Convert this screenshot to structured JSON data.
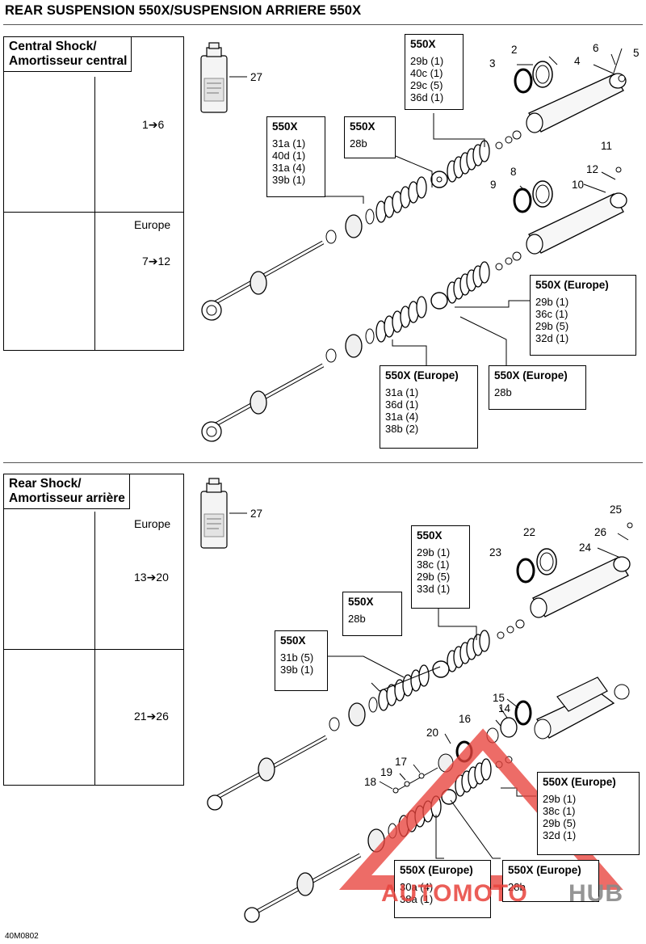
{
  "page_title": "REAR SUSPENSION 550X/SUSPENSION ARRIERE 550X",
  "figure_code": "40M0802",
  "sections": {
    "central": {
      "title_line1": "Central Shock/",
      "title_line2": "Amortisseur central",
      "row1_range": "1➔6",
      "row2_label": "Europe",
      "row2_range": "7➔12"
    },
    "rear": {
      "title_line1": "Rear Shock/",
      "title_line2": "Amortisseur arrière",
      "row1_label": "Europe",
      "row1_range": "13➔20",
      "row2_range": "21➔26"
    }
  },
  "callouts": {
    "c1": {
      "title": "550X",
      "lines": [
        "29b (1)",
        "40c (1)",
        "29c (5)",
        "36d (1)"
      ]
    },
    "c2": {
      "title": "550X",
      "lines": [
        "31a (1)",
        "40d (1)",
        "31a (4)",
        "39b (1)"
      ]
    },
    "c3": {
      "title": "550X",
      "lines": [
        "28b"
      ]
    },
    "c4": {
      "title": "550X (Europe)",
      "lines": [
        "29b (1)",
        "36c (1)",
        "29b (5)",
        "32d (1)"
      ]
    },
    "c5": {
      "title": "550X (Europe)",
      "lines": [
        "31a (1)",
        "36d (1)",
        "31a (4)",
        "38b (2)"
      ]
    },
    "c6": {
      "title": "550X (Europe)",
      "lines": [
        "28b"
      ]
    },
    "c7": {
      "title": "550X",
      "lines": [
        "29b (1)",
        "38c (1)",
        "29b (5)",
        "33d (1)"
      ]
    },
    "c8": {
      "title": "550X",
      "lines": [
        "28b"
      ]
    },
    "c9": {
      "title": "550X",
      "lines": [
        "31b (5)",
        "39b (1)"
      ]
    },
    "c10": {
      "title": "550X (Europe)",
      "lines": [
        "29b (1)",
        "38c (1)",
        "29b (5)",
        "32d (1)"
      ]
    },
    "c11": {
      "title": "550X (Europe)",
      "lines": [
        "30a (4)",
        "38a (1)"
      ]
    },
    "c12": {
      "title": "550X (Europe)",
      "lines": [
        "28b"
      ]
    }
  },
  "part_numbers": {
    "n1": "2",
    "n2": "3",
    "n3": "4",
    "n4": "5",
    "n5": "6",
    "n6": "27",
    "n7": "8",
    "n8": "9",
    "n9": "10",
    "n10": "11",
    "n11": "12",
    "n12": "27",
    "n13": "22",
    "n14": "23",
    "n15": "24",
    "n16": "25",
    "n17": "26",
    "n18": "15",
    "n19": "14",
    "n20": "16",
    "n21": "20",
    "n22": "17",
    "n23": "19",
    "n24": "18"
  },
  "watermark": {
    "word1": "AUTOMOTO",
    "word2": "HUB",
    "color_red": "#e8423c",
    "color_gray": "#8a8a8a"
  }
}
